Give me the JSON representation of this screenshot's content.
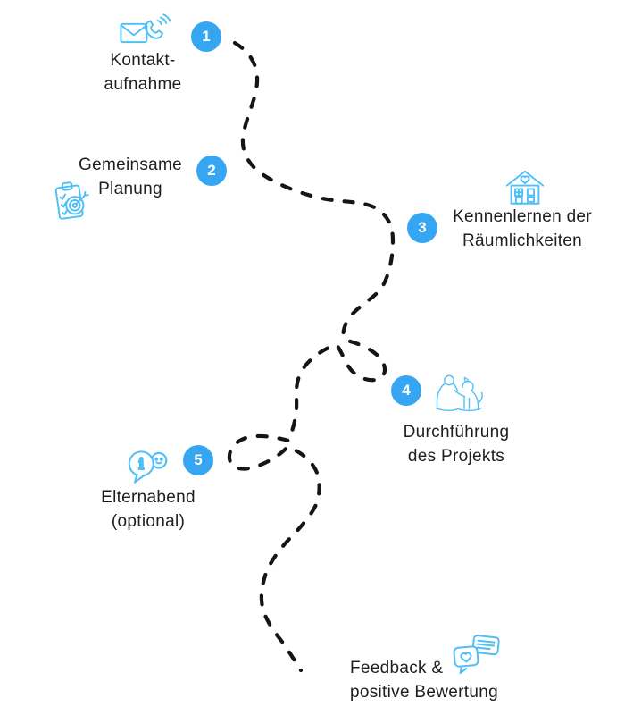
{
  "colors": {
    "badge_blue": "#36a6f2",
    "icon_blue": "#4ec0f7",
    "text_dark": "#1e1e1e",
    "path_black": "#151515"
  },
  "steps": [
    {
      "number": "1",
      "label_line1": "Kontakt-",
      "label_line2": "aufnahme",
      "icon": "mail-phone-icon"
    },
    {
      "number": "2",
      "label_line1": "Gemeinsame",
      "label_line2": "Planung",
      "icon": "clipboard-target-icon"
    },
    {
      "number": "3",
      "label_line1": "Kennenlernen der",
      "label_line2": "Räumlichkeiten",
      "icon": "house-heart-icon"
    },
    {
      "number": "4",
      "label_line1": "Durchführung",
      "label_line2": "des Projekts",
      "icon": "person-dog-icon"
    },
    {
      "number": "5",
      "label_line1": "Elternabend",
      "label_line2": "(optional)",
      "icon": "info-chat-icon"
    },
    {
      "number": "",
      "label_line1": "Feedback &",
      "label_line2": "positive Bewertung",
      "icon": "feedback-hearts-chat-icon"
    }
  ]
}
